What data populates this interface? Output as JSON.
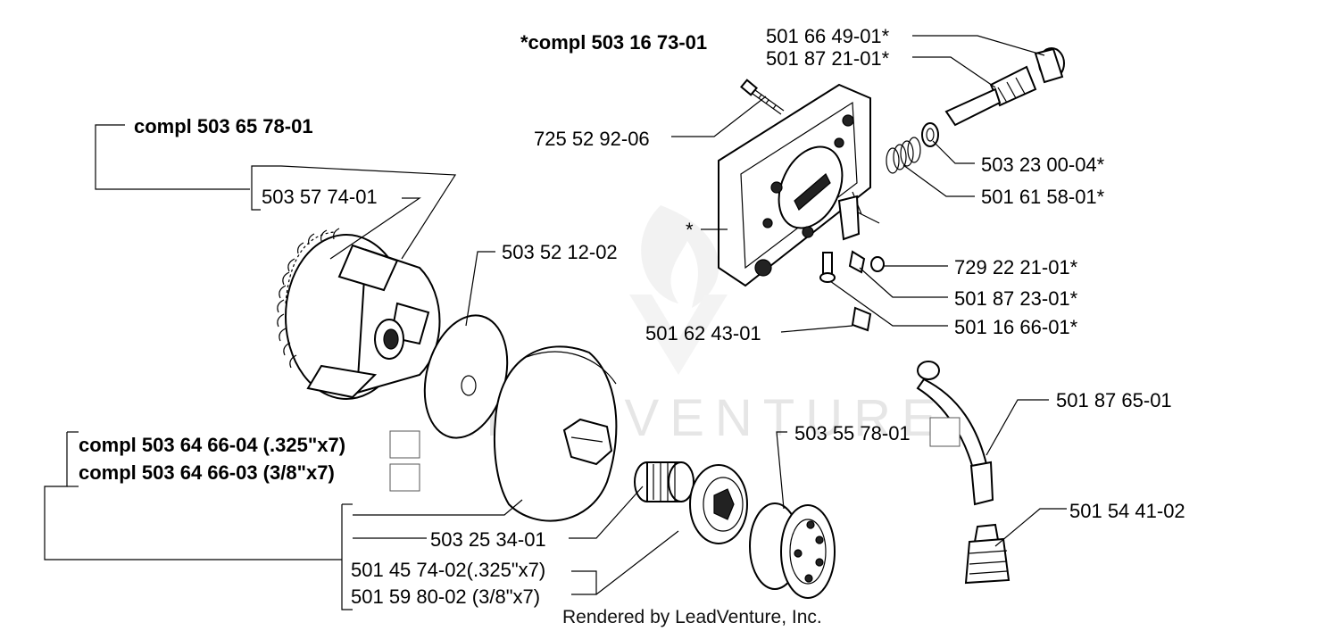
{
  "diagram": {
    "labels": {
      "compl_top": "*compl 503 16 73-01",
      "p501_66_49": "501 66 49-01*",
      "p501_87_21": "501 87 21-01*",
      "p725_52_92": "725 52 92-06",
      "p503_23_00": "503 23 00-04*",
      "p501_61_58": "501 61 58-01*",
      "star_marker": "*",
      "p729_22_21": "729 22 21-01*",
      "p501_87_23": "501 87 23-01*",
      "p501_16_66": "501 16 66-01*",
      "p501_62_43": "501 62 43-01",
      "compl_503_65_78": "compl 503 65 78-01",
      "p503_57_74": "503 57 74-01",
      "p503_52_12": "503 52 12-02",
      "p501_87_65": "501 87 65-01",
      "p503_55_78": "503 55 78-01",
      "compl_503_64_66_04": "compl 503 64 66-04 (.325\"x7)",
      "compl_503_64_66_03": "compl 503 64 66-03 (3/8\"x7)",
      "p501_54_41": "501 54 41-02",
      "p503_25_34": "503 25 34-01",
      "p501_45_74": "501 45 74-02(.325\"x7)",
      "p501_59_80": "501 59 80-02 (3/8\"x7)"
    },
    "footer": "Rendered by LeadVenture, Inc.",
    "watermark": "LEADVENTURE"
  }
}
